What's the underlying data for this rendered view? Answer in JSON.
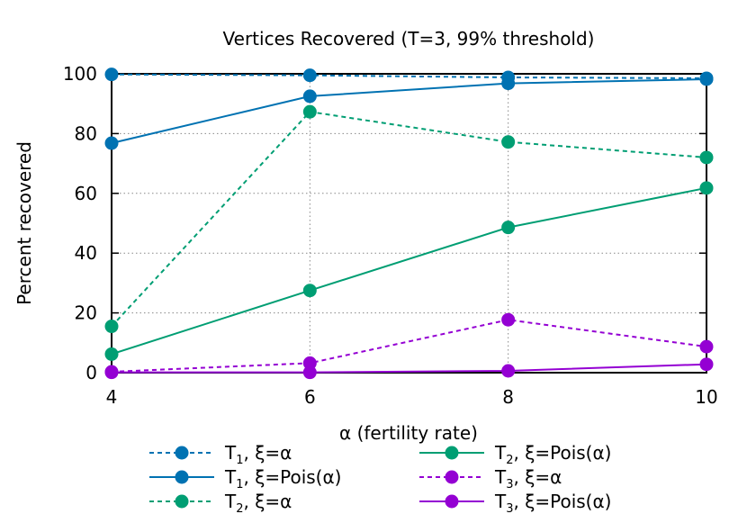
{
  "chart_data": {
    "type": "line",
    "title": "Vertices Recovered (T=3, 99% threshold)",
    "xlabel": "α (fertility rate)",
    "ylabel": "Percent recovered",
    "xlim": [
      4,
      10
    ],
    "ylim": [
      0,
      100
    ],
    "xticks": [
      "4",
      "6",
      "8",
      "10"
    ],
    "yticks": [
      "0",
      "20",
      "40",
      "60",
      "80",
      "100"
    ],
    "grid": true,
    "legend_position": "bottom",
    "x": [
      4,
      6,
      8,
      10
    ],
    "series": [
      {
        "name": "T1, ξ=α",
        "legend_base": "T",
        "legend_sub": "1",
        "legend_rest": ", ξ=α",
        "color": "#0072B2",
        "dash": true,
        "values": [
          99.8,
          99.5,
          98.8,
          98.5
        ]
      },
      {
        "name": "T1, ξ=Pois(α)",
        "legend_base": "T",
        "legend_sub": "1",
        "legend_rest": ", ξ=Pois(α)",
        "color": "#0072B2",
        "dash": false,
        "values": [
          76.8,
          92.5,
          96.8,
          98.2
        ]
      },
      {
        "name": "T2, ξ=α",
        "legend_base": "T",
        "legend_sub": "2",
        "legend_rest": ", ξ=α",
        "color": "#009E73",
        "dash": true,
        "values": [
          15.5,
          87.3,
          77.2,
          72.0
        ]
      },
      {
        "name": "T2, ξ=Pois(α)",
        "legend_base": "T",
        "legend_sub": "2",
        "legend_rest": ", ξ=Pois(α)",
        "color": "#009E73",
        "dash": false,
        "values": [
          6.2,
          27.5,
          48.6,
          61.8
        ]
      },
      {
        "name": "T3, ξ=α",
        "legend_base": "T",
        "legend_sub": "3",
        "legend_rest": ", ξ=α",
        "color": "#9400D3",
        "dash": true,
        "values": [
          0.3,
          3.2,
          17.7,
          8.7
        ]
      },
      {
        "name": "T3, ξ=Pois(α)",
        "legend_base": "T",
        "legend_sub": "3",
        "legend_rest": ", ξ=Pois(α)",
        "color": "#9400D3",
        "dash": false,
        "values": [
          0.1,
          0.1,
          0.6,
          2.8
        ]
      }
    ]
  }
}
